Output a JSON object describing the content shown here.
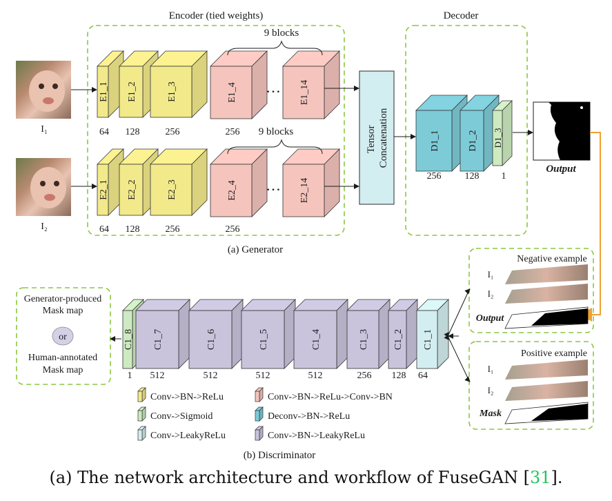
{
  "generator": {
    "encoder_title": "Encoder (tied weights)",
    "decoder_title": "Decoder",
    "blocks_label_top": "9 blocks",
    "blocks_label_bottom": "9 blocks",
    "ellipsis": "…",
    "input1": "I₁",
    "input2": "I₂",
    "row1": [
      {
        "label": "E1_1",
        "ch": "64"
      },
      {
        "label": "E1_2",
        "ch": "128"
      },
      {
        "label": "E1_3",
        "ch": "256"
      },
      {
        "label": "E1_4",
        "ch": "256"
      },
      {
        "label": "E1_14",
        "ch": ""
      }
    ],
    "row2": [
      {
        "label": "E2_1",
        "ch": "64"
      },
      {
        "label": "E2_2",
        "ch": "128"
      },
      {
        "label": "E2_3",
        "ch": "256"
      },
      {
        "label": "E2_4",
        "ch": "256"
      },
      {
        "label": "E2_14",
        "ch": ""
      }
    ],
    "concat": "Tensor Concatenation",
    "decoder_blocks": [
      {
        "label": "D1_1",
        "ch": "256"
      },
      {
        "label": "D1_2",
        "ch": "128"
      },
      {
        "label": "D1_3",
        "ch": "1"
      }
    ],
    "output": "Output",
    "caption": "(a) Generator"
  },
  "examples": {
    "negative_title": "Negative example",
    "positive_title": "Positive example",
    "neg_rows": [
      "I₁",
      "I₂",
      "Output"
    ],
    "pos_rows": [
      "I₁",
      "I₂",
      "Mask"
    ]
  },
  "discriminator": {
    "blocks": [
      {
        "label": "C1_8",
        "ch": "1"
      },
      {
        "label": "C1_7",
        "ch": "512"
      },
      {
        "label": "C1_6",
        "ch": "512"
      },
      {
        "label": "C1_5",
        "ch": "512"
      },
      {
        "label": "C1_4",
        "ch": "512"
      },
      {
        "label": "C1_3",
        "ch": "256"
      },
      {
        "label": "C1_2",
        "ch": "128"
      },
      {
        "label": "C1_1",
        "ch": "64"
      }
    ],
    "result_top": "Generator-produced",
    "result_top2": "Mask map",
    "result_or": "or",
    "result_bottom": "Human-annotated",
    "result_bottom2": "Mask map",
    "caption": "(b) Discriminator"
  },
  "legend": [
    {
      "text": "Conv->BN->ReLu",
      "color": "#f2e98b"
    },
    {
      "text": "Conv->BN->ReLu->Conv->BN",
      "color": "#f4c4bd"
    },
    {
      "text": "Conv->Sigmoid",
      "color": "#cdeac0"
    },
    {
      "text": "Deconv->BN->ReLu",
      "color": "#7ecbd8"
    },
    {
      "text": "Conv->LeakyReLu",
      "color": "#d3eef0"
    },
    {
      "text": "Conv->BN->LeakyReLu",
      "color": "#c9c3dc"
    }
  ],
  "figure_caption": {
    "before": "(a) The network architecture and workflow of FuseGAN [",
    "ref": "31",
    "after": "]."
  },
  "colors": {
    "yellow": "#f2e98b",
    "pink": "#f4c4bd",
    "teal": "#7ecbd8",
    "lightcyan": "#d3eef0",
    "green": "#cdeac0",
    "lavender": "#c9c3dc",
    "dashed": "#8cc63f",
    "orange": "#f0a030"
  }
}
